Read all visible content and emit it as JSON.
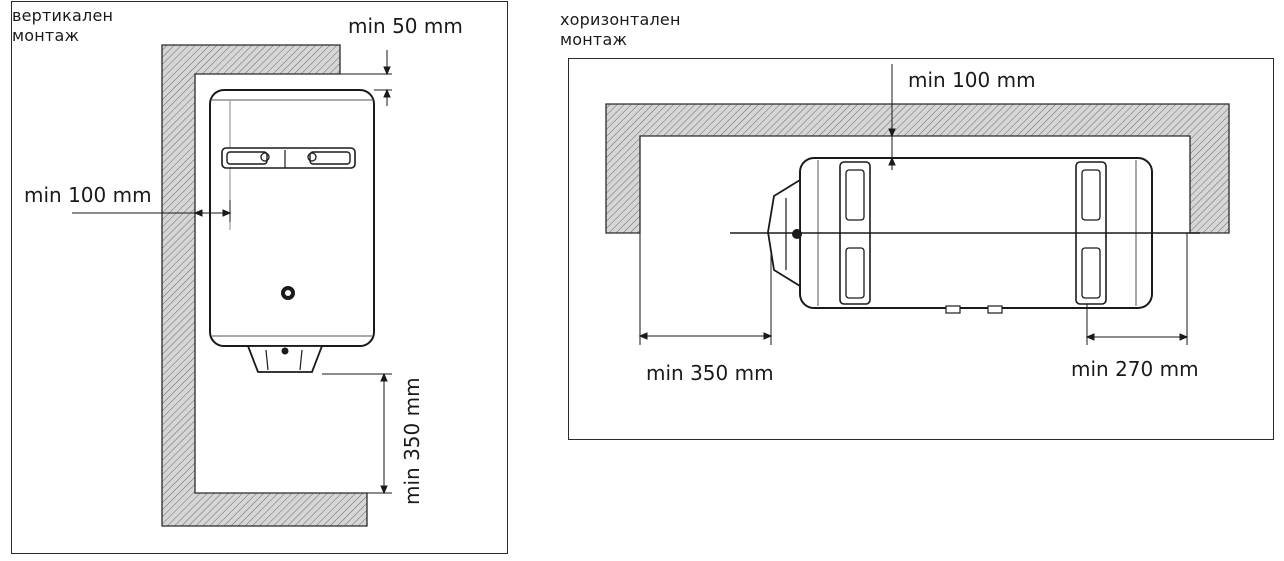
{
  "vertical": {
    "caption_line1": "вертикален",
    "caption_line2": "монтаж",
    "dim_top": "min 50 mm",
    "dim_side": "min 100 mm",
    "dim_bottom": "min 350 mm"
  },
  "horizontal": {
    "caption_line1": "хоризонтален",
    "caption_line2": "монтаж",
    "dim_top": "min 100 mm",
    "dim_left": "min 350 mm",
    "dim_right": "min 270 mm"
  }
}
